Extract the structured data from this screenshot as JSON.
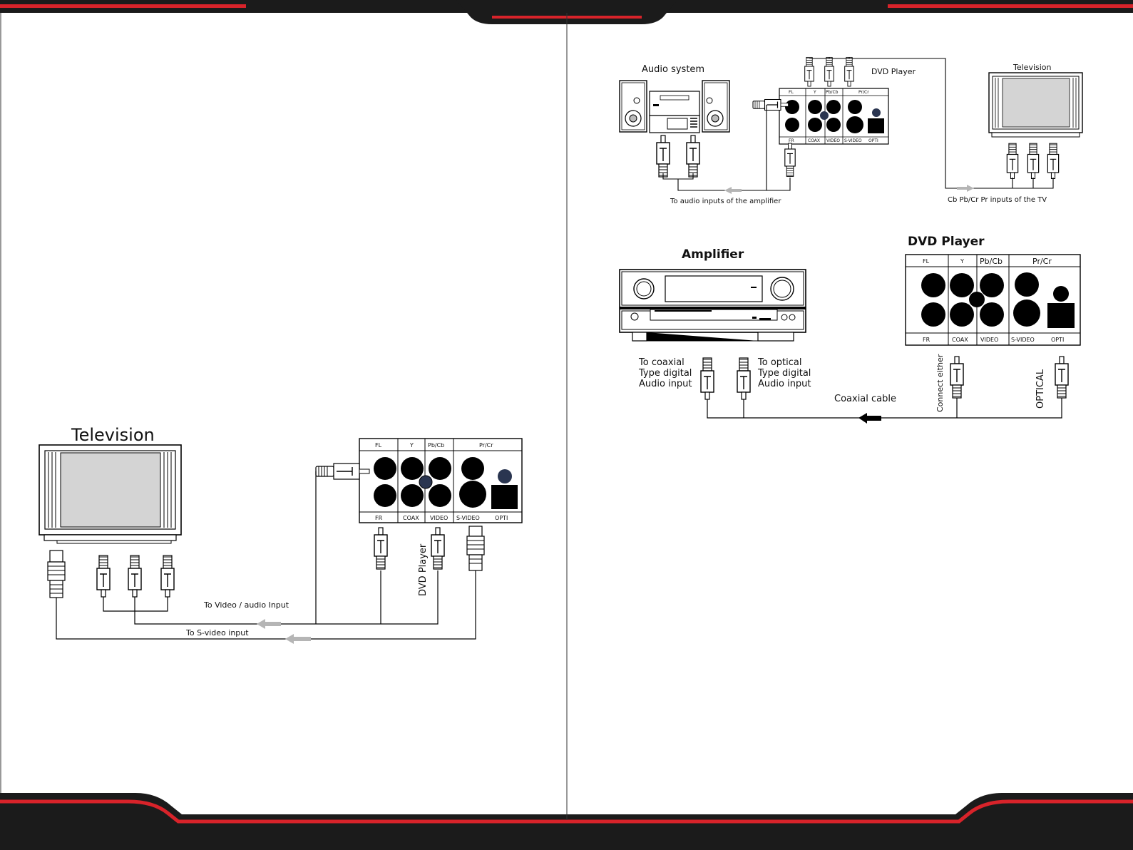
{
  "colors": {
    "band_dark": "#1b1b1b",
    "band_red": "#d8232a",
    "arrow_grey": "#b5b5b5",
    "screen_grey": "#d4d4d4"
  },
  "panel_labels": {
    "top": [
      "FL",
      "Y",
      "Pb/Cb",
      "Pr/Cr"
    ],
    "bottom": [
      "FR",
      "COAX",
      "VIDEO",
      "S-VIDEO",
      "OPTI"
    ]
  },
  "left_diagram": {
    "tv_title": "Television",
    "dvd_label": "DVD Player",
    "video_audio_caption": "To Video / audio Input",
    "svideo_caption": "To S-video input"
  },
  "component_diagram": {
    "audio_title": "Audio system",
    "dvd_label": "DVD Player",
    "tv_title": "Television",
    "amp_caption": "To audio inputs of the amplifier",
    "tv_caption": "Cb Pb/Cr Pr inputs of the TV"
  },
  "digital_diagram": {
    "amp_title": "Amplifier",
    "dvd_title": "DVD Player",
    "coax_caption": [
      "To  coaxial",
      "Type digital",
      "Audio input"
    ],
    "optical_caption": [
      "To  optical",
      "Type digital",
      "Audio input"
    ],
    "cable_caption": "Coaxial cable",
    "either_caption": "Connect either",
    "optical_label": "OPTICAL"
  }
}
